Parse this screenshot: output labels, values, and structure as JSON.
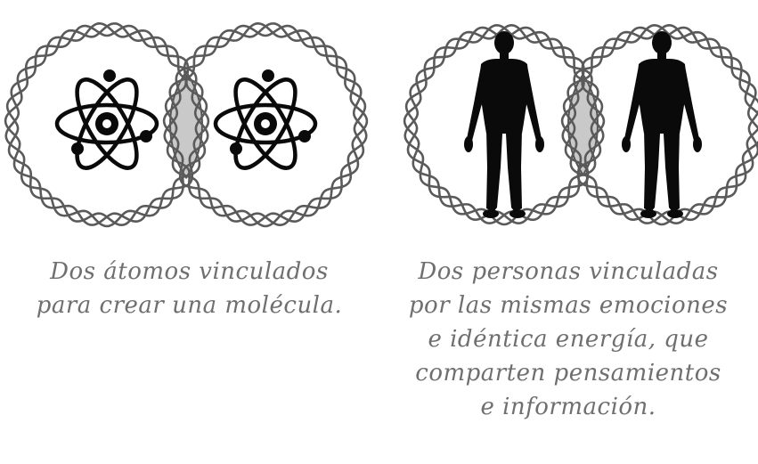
{
  "left": {
    "caption_lines": [
      "Dos átomos vinculados",
      "para crear una molécula."
    ],
    "icon": "atom-icon"
  },
  "right": {
    "caption_lines": [
      "Dos personas vinculadas",
      "por las mismas emociones",
      "e idéntica energía, que",
      "comparten pensamientos",
      "e información."
    ],
    "icon": "human-silhouette-icon"
  },
  "colors": {
    "ring": "#5a5a5a",
    "overlap": "#c9c9c9",
    "caption": "#6f6f6f",
    "figure": "#0a0a0a"
  }
}
